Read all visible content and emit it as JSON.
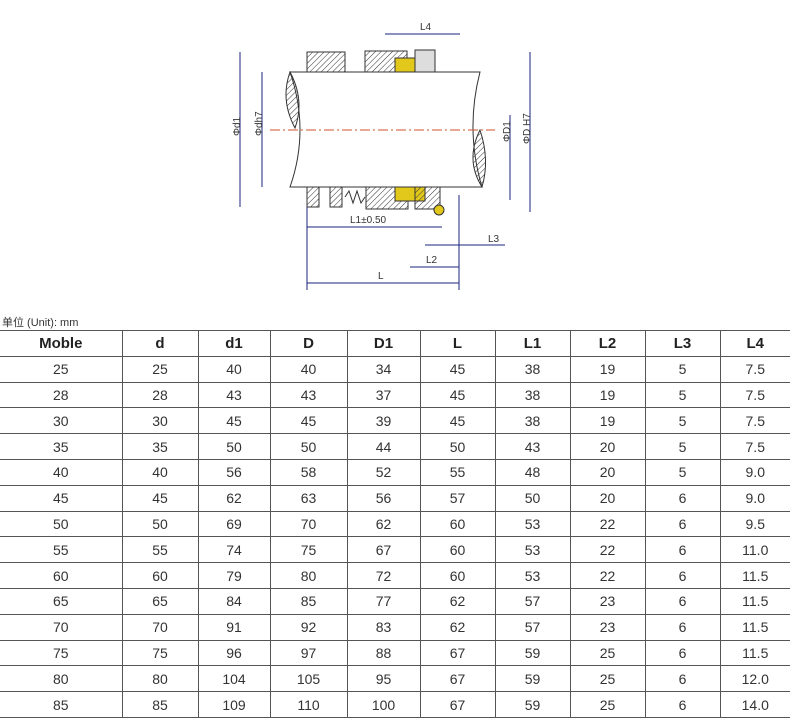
{
  "diagram": {
    "labels": {
      "L4": "L4",
      "d1": "Φd1",
      "dh7": "Φdh7",
      "D1": "ΦD1",
      "DH7": "ΦD H7",
      "L1": "L1±0.50",
      "L3": "L3",
      "L2": "L2",
      "L": "L"
    }
  },
  "unit_label": "单位 (Unit): mm",
  "table": {
    "headers": [
      "Moble",
      "d",
      "d1",
      "D",
      "D1",
      "L",
      "L1",
      "L2",
      "L3",
      "L4"
    ],
    "rows": [
      [
        "25",
        "25",
        "40",
        "40",
        "34",
        "45",
        "38",
        "19",
        "5",
        "7.5"
      ],
      [
        "28",
        "28",
        "43",
        "43",
        "37",
        "45",
        "38",
        "19",
        "5",
        "7.5"
      ],
      [
        "30",
        "30",
        "45",
        "45",
        "39",
        "45",
        "38",
        "19",
        "5",
        "7.5"
      ],
      [
        "35",
        "35",
        "50",
        "50",
        "44",
        "50",
        "43",
        "20",
        "5",
        "7.5"
      ],
      [
        "40",
        "40",
        "56",
        "58",
        "52",
        "55",
        "48",
        "20",
        "5",
        "9.0"
      ],
      [
        "45",
        "45",
        "62",
        "63",
        "56",
        "57",
        "50",
        "20",
        "6",
        "9.0"
      ],
      [
        "50",
        "50",
        "69",
        "70",
        "62",
        "60",
        "53",
        "22",
        "6",
        "9.5"
      ],
      [
        "55",
        "55",
        "74",
        "75",
        "67",
        "60",
        "53",
        "22",
        "6",
        "11.0"
      ],
      [
        "60",
        "60",
        "79",
        "80",
        "72",
        "60",
        "53",
        "22",
        "6",
        "11.5"
      ],
      [
        "65",
        "65",
        "84",
        "85",
        "77",
        "62",
        "57",
        "23",
        "6",
        "11.5"
      ],
      [
        "70",
        "70",
        "91",
        "92",
        "83",
        "62",
        "57",
        "23",
        "6",
        "11.5"
      ],
      [
        "75",
        "75",
        "96",
        "97",
        "88",
        "67",
        "59",
        "25",
        "6",
        "11.5"
      ],
      [
        "80",
        "80",
        "104",
        "105",
        "95",
        "67",
        "59",
        "25",
        "6",
        "12.0"
      ],
      [
        "85",
        "85",
        "109",
        "110",
        "100",
        "67",
        "59",
        "25",
        "6",
        "14.0"
      ]
    ]
  }
}
